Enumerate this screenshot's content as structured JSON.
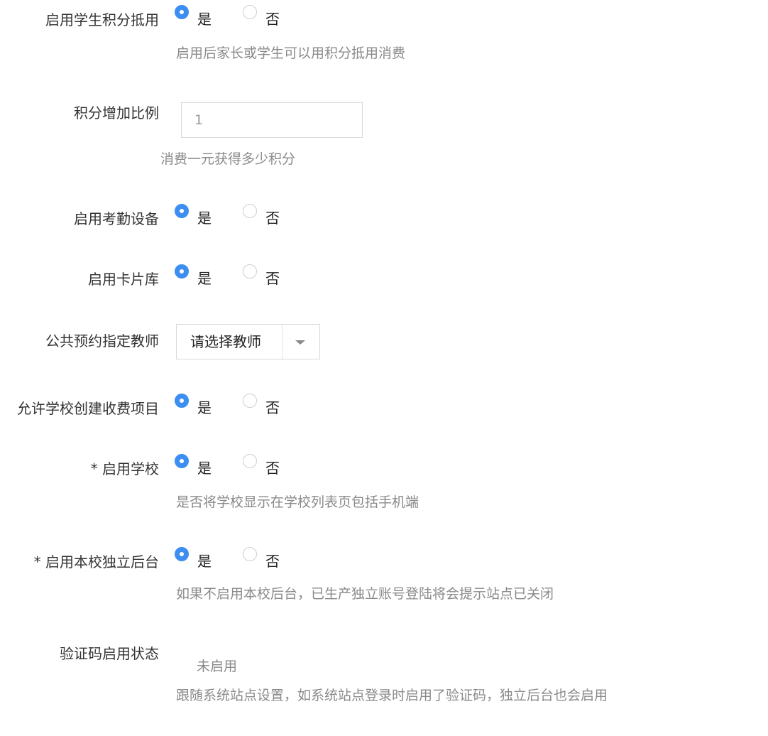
{
  "fields": {
    "points_deduction": {
      "label": "启用学生积分抵用",
      "yes": "是",
      "no": "否",
      "selected": "yes",
      "hint": "启用后家长或学生可以用积分抵用消费"
    },
    "points_ratio": {
      "label": "积分增加比例",
      "value": "1",
      "hint": "消费一元获得多少积分"
    },
    "attendance_device": {
      "label": "启用考勤设备",
      "yes": "是",
      "no": "否",
      "selected": "yes"
    },
    "card_library": {
      "label": "启用卡片库",
      "yes": "是",
      "no": "否",
      "selected": "yes"
    },
    "public_booking_teacher": {
      "label": "公共预约指定教师",
      "selected_text": "请选择教师"
    },
    "allow_fee_items": {
      "label": "允许学校创建收费项目",
      "yes": "是",
      "no": "否",
      "selected": "yes"
    },
    "enable_school": {
      "label": "* 启用学校",
      "yes": "是",
      "no": "否",
      "selected": "yes",
      "hint": "是否将学校显示在学校列表页包括手机端"
    },
    "independent_backend": {
      "label": "* 启用本校独立后台",
      "yes": "是",
      "no": "否",
      "selected": "yes",
      "hint": "如果不启用本校后台，已生产独立账号登陆将会提示站点已关闭"
    },
    "captcha_status": {
      "label": "验证码启用状态",
      "value": "未启用",
      "hint": "跟随系统站点设置，如系统站点登录时启用了验证码，独立后台也会启用"
    }
  },
  "colors": {
    "accent": "#3d8ef1",
    "label": "#333333",
    "hint": "#8a8a8a",
    "border": "#d9d9d9"
  },
  "icons": {
    "dropdown": "caret-down-icon"
  }
}
